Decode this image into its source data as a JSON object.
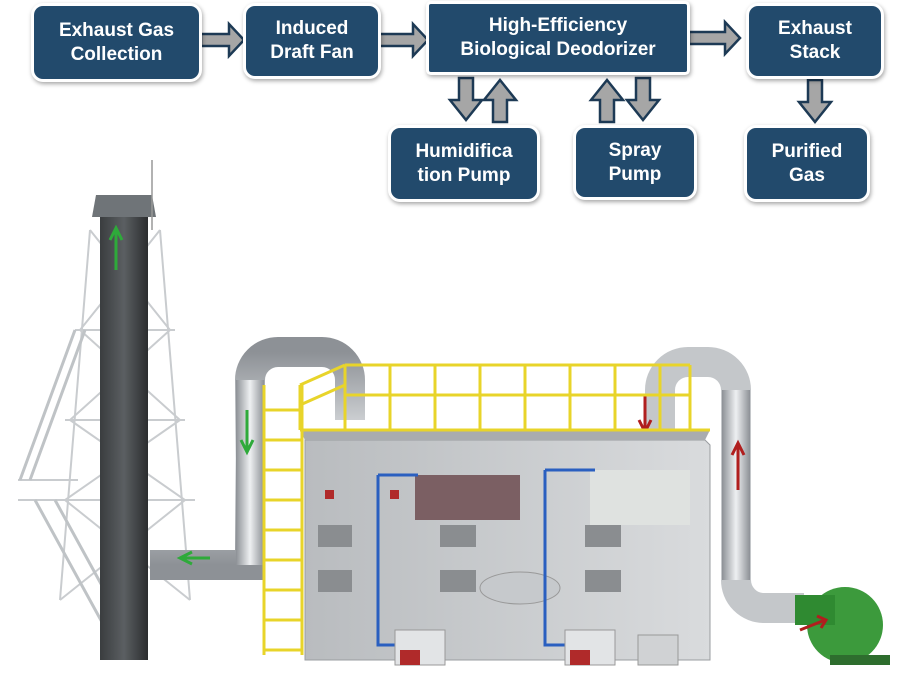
{
  "flow": {
    "exhaust_gas_collection": "Exhaust Gas\nCollection",
    "induced_draft_fan": "Induced\nDraft Fan",
    "deodorizer": "High-Efficiency\nBiological Deodorizer",
    "exhaust_stack": "Exhaust\nStack",
    "humidification_pump": "Humidifica\ntion Pump",
    "spray_pump": "Spray\nPump",
    "purified_gas": "Purified\nGas"
  },
  "colors": {
    "box": "#224a6c",
    "arrow_fill": "#a6a6a6",
    "arrow_stroke": "#1d3a55",
    "flow_green": "#2eaa3a",
    "flow_red": "#b01e1e",
    "railing": "#e8d42a",
    "fan": "#3c9a3c"
  }
}
